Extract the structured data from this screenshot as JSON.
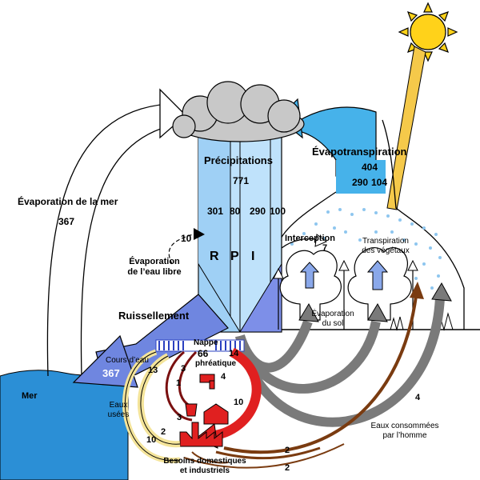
{
  "diagram": {
    "colors": {
      "sea": "#2b8fd6",
      "precip_light": "#bfe2fb",
      "precip_mid": "#9fd0f5",
      "evapo": "#46b2ea",
      "sun": "#ffd21a",
      "sun_ray": "#f5c94a",
      "cloud": "#c8c8c8",
      "runoff": "#6f86e0",
      "groundwater": "#e02020",
      "consumption": "#7a3b10",
      "wastewater": "#f4e49a",
      "soil_arrow": "#7a7a7a",
      "tree_arrow": "#8aa8ea"
    },
    "labels": {
      "precipitations": "Précipitations",
      "precip_total": "771",
      "precip_301": "301",
      "precip_80": "80",
      "precip_290": "290",
      "precip_100": "100",
      "letter_r": "R",
      "letter_p": "P",
      "letter_i": "I",
      "evapotranspiration": "Évapotranspiration",
      "evapo_404": "404",
      "evapo_290": "290",
      "evapo_104": "104",
      "evaporation_mer": "Évaporation de la mer",
      "evaporation_mer_value": "367",
      "evaporation_eau_libre_1": "Évaporation",
      "evaporation_eau_libre_2": "de l’eau libre",
      "evaporation_eau_libre_value": "10",
      "interception": "Interception",
      "interception_value": "7",
      "transpiration_1": "Transpiration",
      "transpiration_2": "des végétaux",
      "evaporation_sol_1": "Évaporation",
      "evaporation_sol_2": "du sol",
      "ruissellement": "Ruissellement",
      "cours_eau": "Cours d’eau",
      "cours_eau_value": "367",
      "mer": "Mer",
      "nappe_1": "Nappe",
      "nappe_value": "66",
      "nappe_2": "phréatique",
      "value_14": "14",
      "value_13": "13",
      "value_3a": "3",
      "value_4a": "4",
      "value_1": "1",
      "value_10a": "10",
      "value_3b": "3",
      "value_2a": "2",
      "value_10b": "10",
      "eaux_usees_1": "Eaux",
      "eaux_usees_2": "usées",
      "value_4b": "4",
      "eaux_consommees_1": "Eaux consommées",
      "eaux_consommees_2": "par l’homme",
      "value_2b": "2",
      "value_2c": "2",
      "besoins_1": "Besoins domestiques",
      "besoins_2": "et industriels"
    }
  }
}
